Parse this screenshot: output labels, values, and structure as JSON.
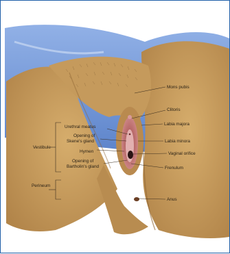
{
  "diagram": {
    "labels": {
      "mons_pubis": "Mons pubis",
      "clitoris": "Clitoris",
      "labia_majora": "Labia majora",
      "labia_minora": "Labia minora",
      "vaginal_orifice": "Vaginal orifice",
      "frenulum": "Frenulum",
      "anus": "Anus",
      "urethral_meatus": "Urethral meatus",
      "skene_1": "Opening of",
      "skene_2": "Skene's gland",
      "hymen": "Hymen",
      "bartholin_1": "Opening of",
      "bartholin_2": "Bartholin's gland",
      "vestibule": "Vestibule",
      "perineum": "Perineum"
    },
    "colors": {
      "frame": "#1f5fa8",
      "drape": "#4f7fd0",
      "skin": "#c69a5a",
      "skin_shadow": "#a67a3e",
      "mucosa": "#c87878",
      "leader": "#3a2d1e"
    }
  }
}
